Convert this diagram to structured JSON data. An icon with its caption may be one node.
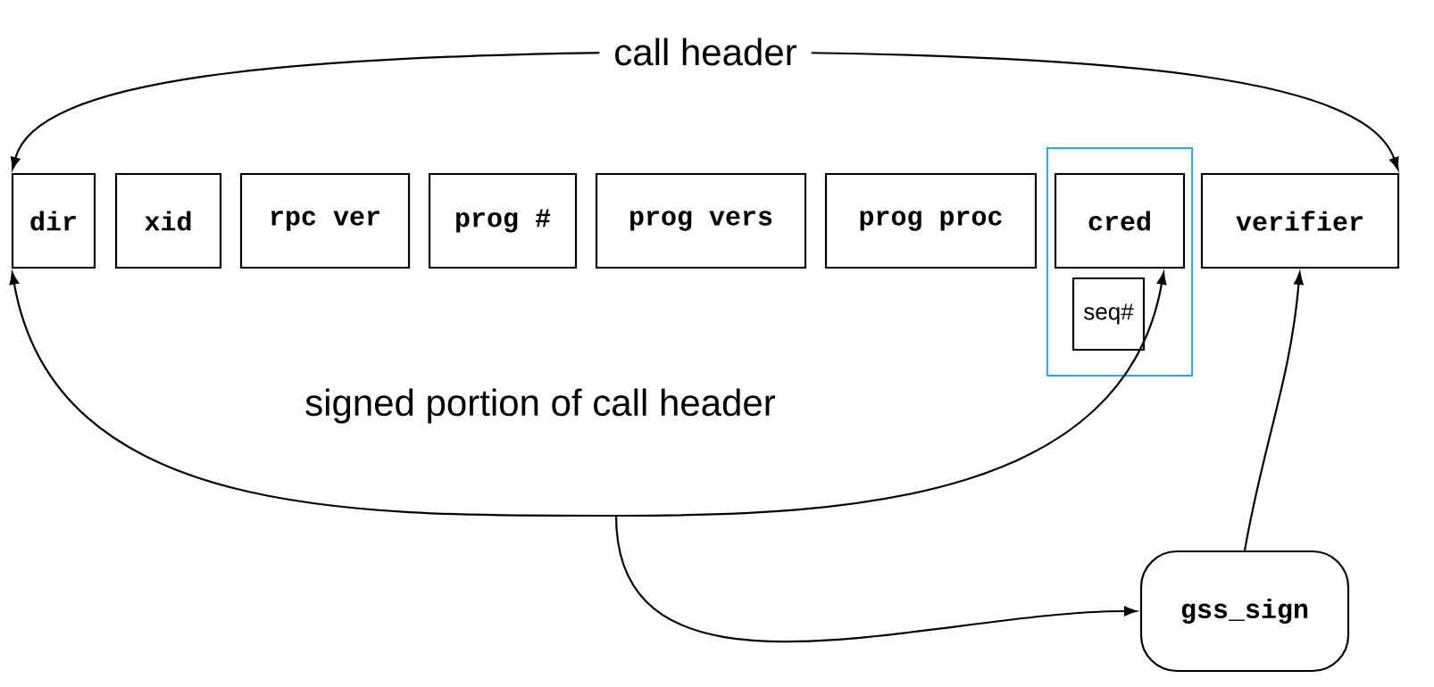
{
  "diagram": {
    "nodes": [
      {
        "text": [
          "dir"
        ]
      },
      {
        "text": [
          "xid"
        ]
      },
      {
        "text": [
          "rpc ver"
        ]
      },
      {
        "text": [
          "prog #"
        ]
      },
      {
        "text": [
          "prog vers"
        ]
      },
      {
        "text": [
          "prog proc"
        ]
      },
      {
        "text": [],
        "shape": "box"
      },
      {
        "text": [
          "cred"
        ],
        "in": 6
      },
      {
        "text": [
          "seq#"
        ],
        "in": 6
      },
      {
        "text": [
          "verifier"
        ]
      },
      {
        "text": [
          "gss_sign"
        ]
      }
    ],
    "edges": [
      {
        "from": 0,
        "to": 9,
        "arrow": "both",
        "label": "call header"
      },
      {
        "from": 0,
        "to": 7,
        "arrow": "both"
      },
      {
        "from": null,
        "to": 10,
        "arrow": "to"
      },
      {
        "from": 10,
        "to": 9,
        "arrow": "to"
      }
    ],
    "labels": [
      "signed portion of call header"
    ]
  }
}
